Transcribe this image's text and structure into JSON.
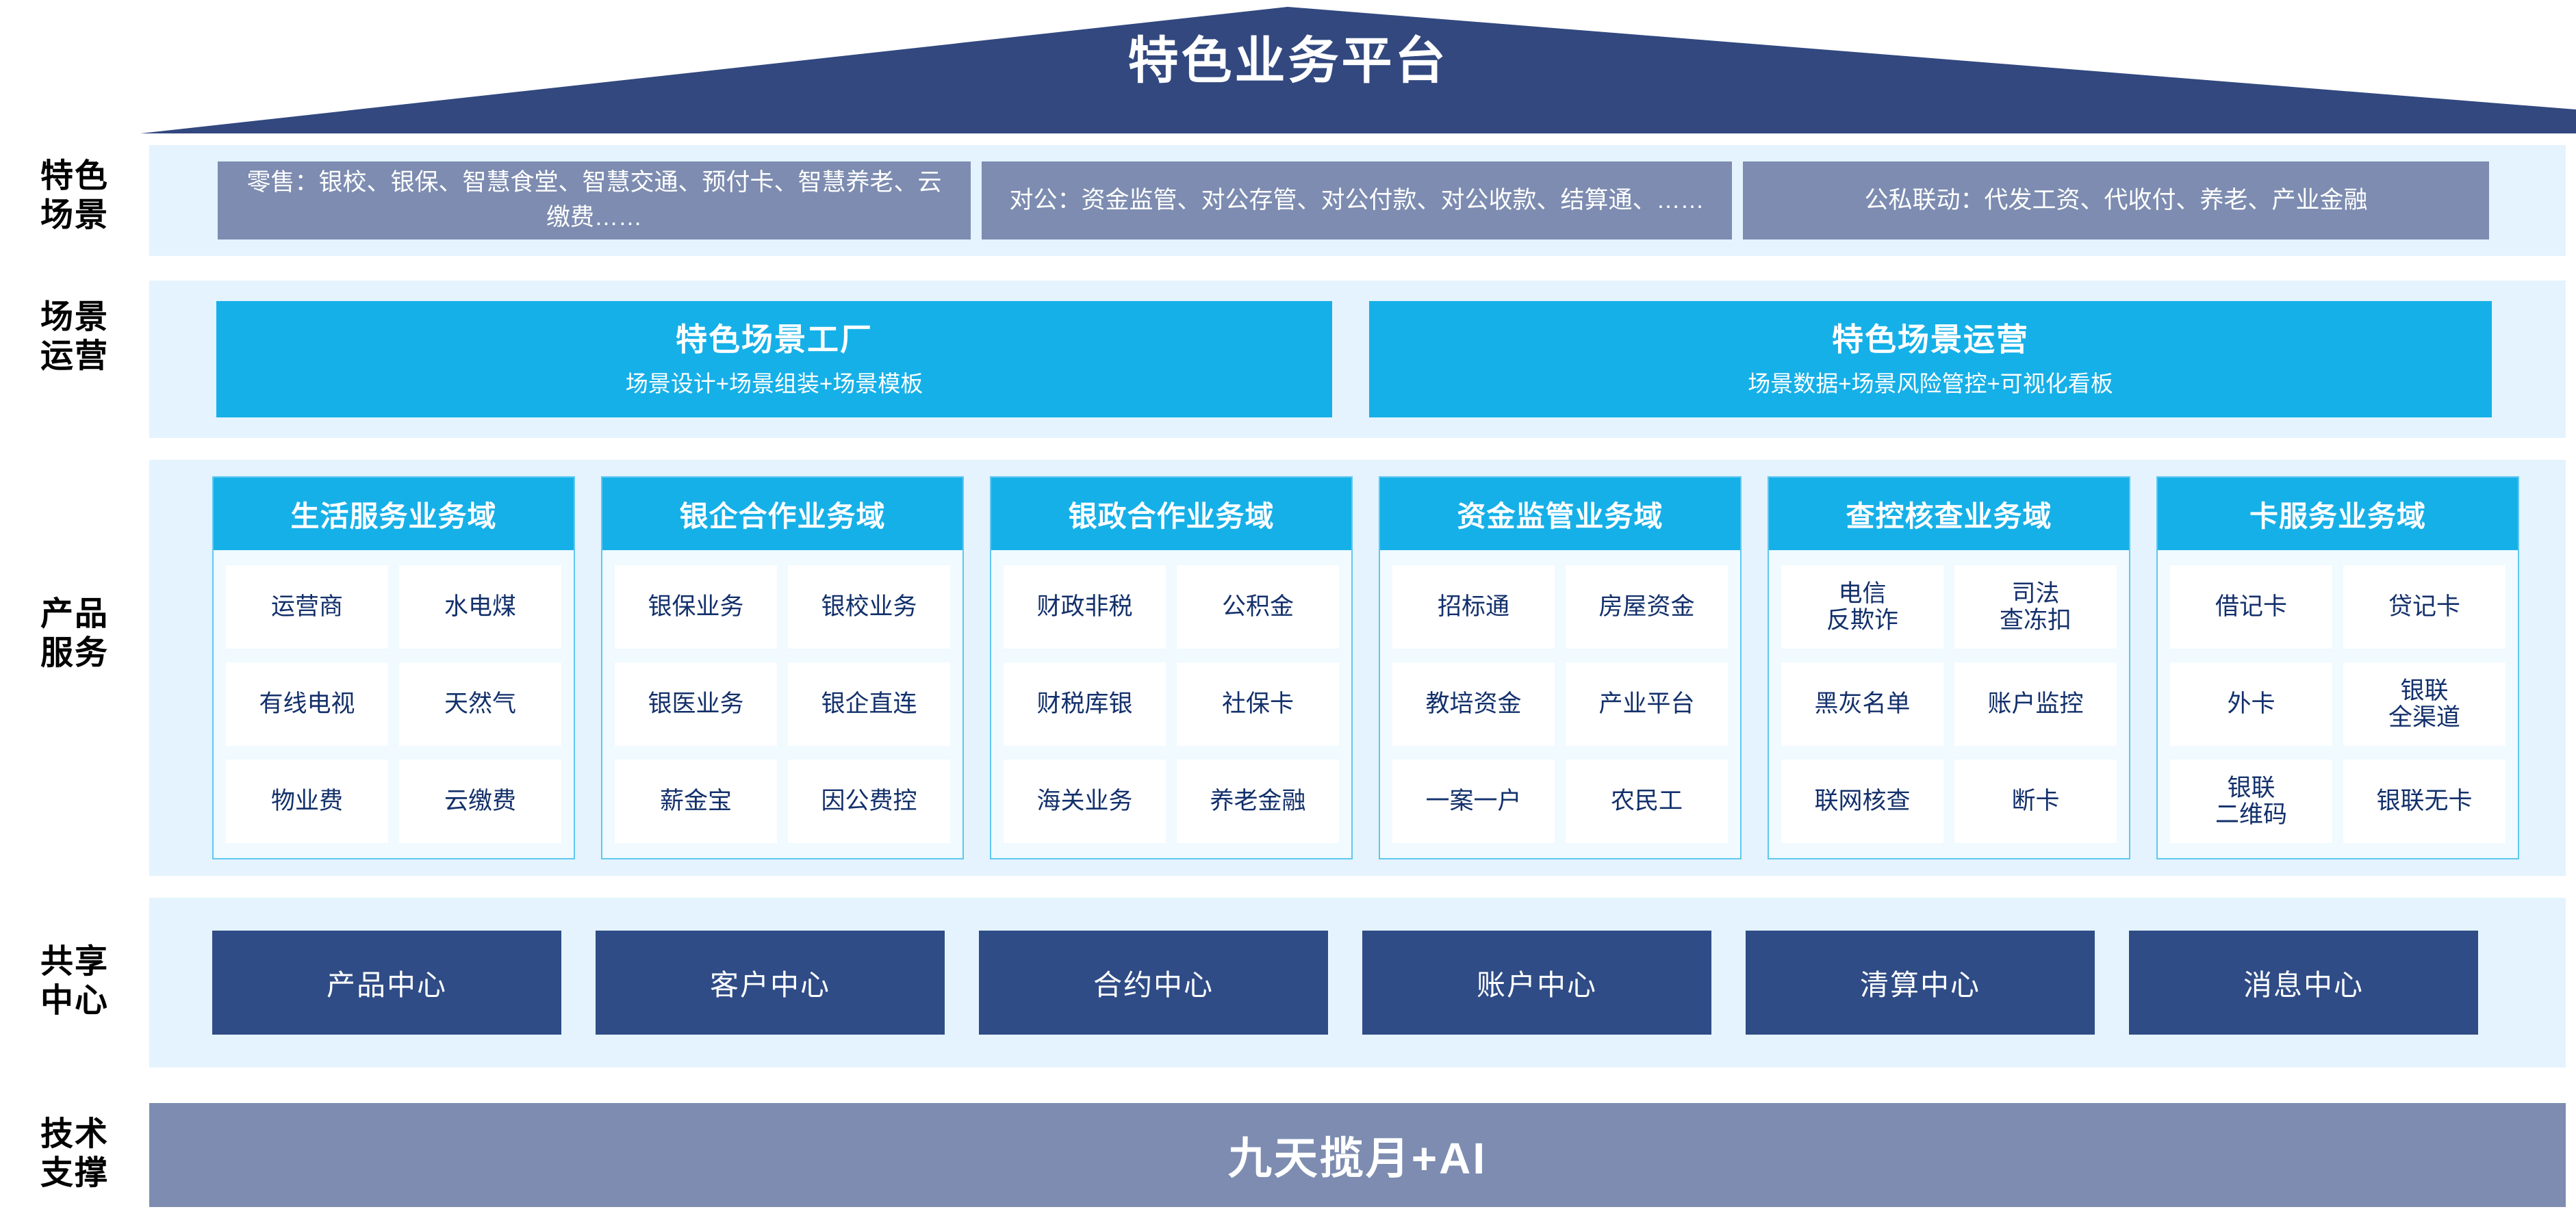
{
  "header": {
    "title": "特色业务平台"
  },
  "row_labels": {
    "scenarios": "特色\n场景",
    "operations": "场景\n运营",
    "products": "产品\n服务",
    "centers": "共享\n中心",
    "tech": "技术\n支撑"
  },
  "scenarios": {
    "boxes": [
      {
        "text": "零售：银校、银保、智慧食堂、智慧交通、预付卡、智慧养老、云缴费……"
      },
      {
        "text": "对公：资金监管、对公存管、对公付款、对公收款、结算通、……"
      },
      {
        "text": "公私联动：代发工资、代收付、养老、产业金融"
      }
    ]
  },
  "operations": {
    "boxes": [
      {
        "title": "特色场景工厂",
        "subtitle": "场景设计+场景组装+场景模板"
      },
      {
        "title": "特色场景运营",
        "subtitle": "场景数据+场景风险管控+可视化看板"
      }
    ]
  },
  "products": {
    "domains": [
      {
        "title": "生活服务业务域",
        "items": [
          "运营商",
          "水电煤",
          "有线电视",
          "天然气",
          "物业费",
          "云缴费"
        ]
      },
      {
        "title": "银企合作业务域",
        "items": [
          "银保业务",
          "银校业务",
          "银医业务",
          "银企直连",
          "薪金宝",
          "因公费控"
        ]
      },
      {
        "title": "银政合作业务域",
        "items": [
          "财政非税",
          "公积金",
          "财税库银",
          "社保卡",
          "海关业务",
          "养老金融"
        ]
      },
      {
        "title": "资金监管业务域",
        "items": [
          "招标通",
          "房屋资金",
          "教培资金",
          "产业平台",
          "一案一户",
          "农民工"
        ]
      },
      {
        "title": "查控核查业务域",
        "items": [
          "电信\n反欺诈",
          "司法\n查冻扣",
          "黑灰名单",
          "账户监控",
          "联网核查",
          "断卡"
        ]
      },
      {
        "title": "卡服务业务域",
        "items": [
          "借记卡",
          "贷记卡",
          "外卡",
          "银联\n全渠道",
          "银联\n二维码",
          "银联无卡"
        ]
      }
    ]
  },
  "centers": {
    "boxes": [
      "产品中心",
      "客户中心",
      "合约中心",
      "账户中心",
      "清算中心",
      "消息中心"
    ]
  },
  "tech": {
    "label": "九天揽月+AI"
  },
  "colors": {
    "roof": "#32487f",
    "band": "#e4f3fd",
    "scenario_box": "#7d8cb0",
    "cyan": "#16b0e8",
    "card_bg": "#f0faff",
    "card_border": "#5fc8f0",
    "item_text": "#13306b",
    "center_box": "#2f4c86",
    "tech_bar": "#7d8cb0",
    "white": "#ffffff"
  }
}
